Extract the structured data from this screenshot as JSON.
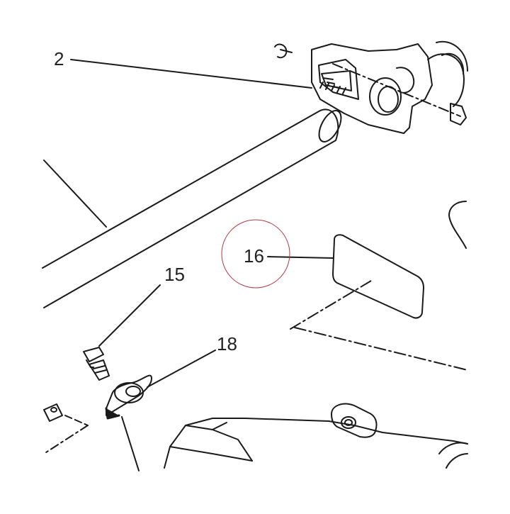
{
  "diagram": {
    "callouts": [
      {
        "id": "2",
        "label": "2"
      },
      {
        "id": "15",
        "label": "15"
      },
      {
        "id": "16",
        "label": "16",
        "highlighted": true
      },
      {
        "id": "18",
        "label": "18"
      }
    ],
    "colors": {
      "line": "#1a1a1a",
      "highlight_circle": "#b03a4a",
      "background": "#ffffff"
    },
    "parts": [
      "chain-adjuster-plate-icon",
      "swingarm-tube-icon",
      "adhesive-pad-icon",
      "flange-bolt-icon",
      "cable-clamp-icon",
      "frame-bracket-icon"
    ]
  }
}
